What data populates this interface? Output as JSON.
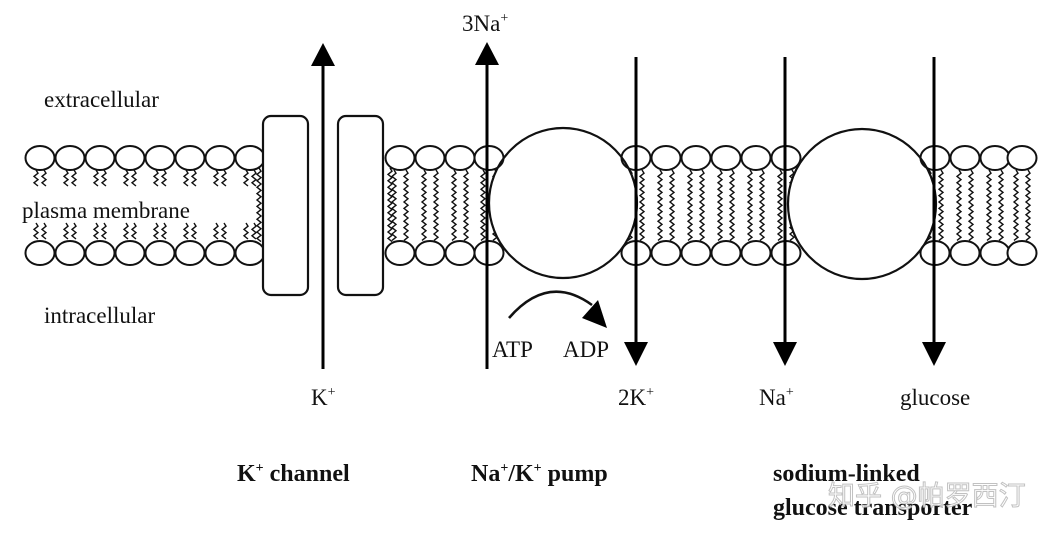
{
  "diagram": {
    "regions": {
      "extracellular": "extracellular",
      "membrane": "plasma membrane",
      "intracellular": "intracellular"
    },
    "transporters": [
      {
        "id": "k-channel",
        "title_main": "K",
        "title_sup": "+",
        "title_rest": " channel",
        "flows": [
          {
            "ion": "K",
            "sup": "+",
            "direction": "out"
          }
        ]
      },
      {
        "id": "na-k-pump",
        "title_main": "Na",
        "title_sup": "+",
        "title_mid": "/K",
        "title_sup2": "+",
        "title_rest": " pump",
        "flows": [
          {
            "ion": "3Na",
            "sup": "+",
            "direction": "out"
          },
          {
            "ion": "2K",
            "sup": "+",
            "direction": "in"
          }
        ],
        "energy": {
          "from": "ATP",
          "to": "ADP"
        }
      },
      {
        "id": "sglt",
        "title_line1": "sodium-linked",
        "title_line2": "glucose transporter",
        "flows": [
          {
            "ion": "Na",
            "sup": "+",
            "direction": "in"
          },
          {
            "ion": "glucose",
            "sup": "",
            "direction": "in"
          }
        ]
      }
    ],
    "watermark": "知乎 @帕罗西汀"
  }
}
